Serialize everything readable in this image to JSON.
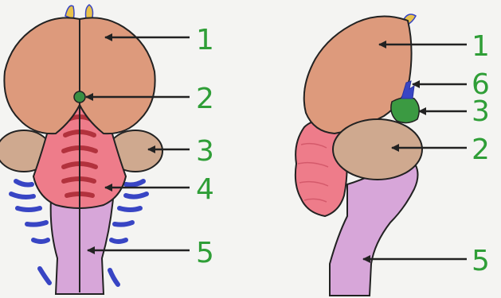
{
  "left_view": {
    "labels": [
      "1",
      "2",
      "3",
      "4",
      "5"
    ]
  },
  "right_view": {
    "labels": [
      "1",
      "6",
      "3",
      "2",
      "5"
    ]
  },
  "colors": {
    "background": "#f4f4f2",
    "label_text": "#2f9e37",
    "arrow": "#222222",
    "hemisphere": "#dd9a7c",
    "optic_lobe": "#cfa98f",
    "cerebellum": "#ee7c8a",
    "cerebellum_folds": "#b2323d",
    "medulla": "#d7a6d9",
    "nerves": "#3845c4",
    "olfactory_tip": "#e8c24a",
    "pineal": "#3a8f43",
    "diencephalon": "#3b9a42"
  }
}
